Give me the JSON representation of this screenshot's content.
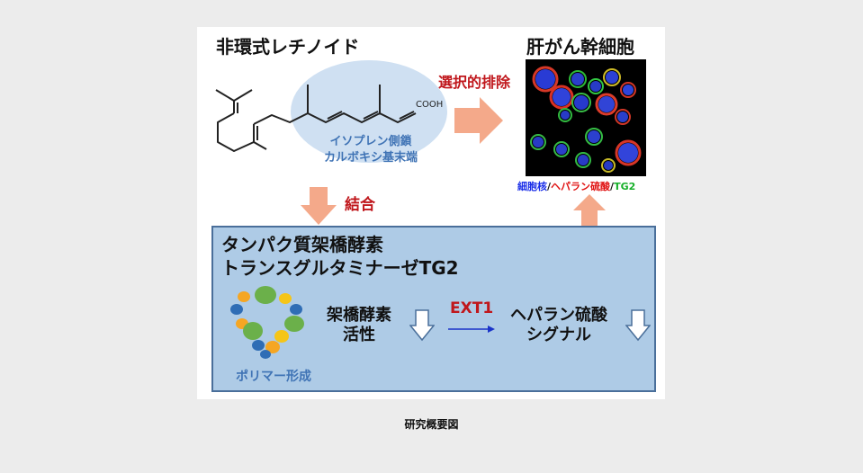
{
  "panel": {
    "compound_title": "非環式レチノイド",
    "target_title": "肝がん幹細胞",
    "selective_label": "選択的排除",
    "cooh_label": "COOH",
    "isoprene_line1": "イソプレン側鎖",
    "isoprene_line2": "カルボキシ基末端",
    "binding_label": "結合",
    "stain": {
      "nucleus": "細胞核",
      "heparan": "ヘパラン硫酸",
      "tg2": "TG2",
      "sep": "/"
    },
    "enzyme_title1": "タンパク質架橋酵素",
    "enzyme_title2": "トランスグルタミナーゼTG2",
    "activity_line1": "架橋酵素",
    "activity_line2": "活性",
    "ext1_label": "EXT1",
    "heparan_line1": "ヘパラン硫酸",
    "heparan_line2": "シグナル",
    "polymer_label": "ポリマー形成"
  },
  "caption": "研究概要図",
  "colors": {
    "page_bg": "#ececec",
    "arrow_salmon": "#f4a98a",
    "box_fill": "#aecbe6",
    "box_border": "#4a6f9a",
    "highlight_ellipse": "#cfe0f2",
    "red_text": "#c0171c",
    "blue_text": "#3f73b5",
    "ext1_arrow": "#1a33c9",
    "stain_blue": "#1a2ee8",
    "stain_red": "#e01010",
    "stain_green": "#17b02a"
  }
}
